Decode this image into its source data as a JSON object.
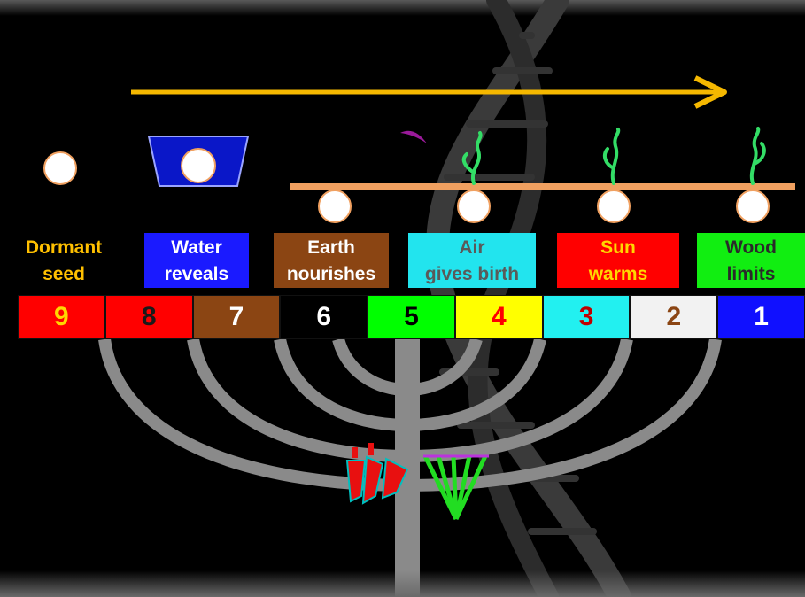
{
  "colors": {
    "background": "#000000",
    "arrow": "#f5b800",
    "shelf": "#f0a060",
    "menorah": "#8a8a8a",
    "helix": "#3a3a3a",
    "sprout": "#33dd66"
  },
  "labels": [
    {
      "text": "Dormant\nseed",
      "bg": "#000000",
      "fg": "#ffc000"
    },
    {
      "text": "Water\nreveals",
      "bg": "#1a1aff",
      "fg": "#ffffff"
    },
    {
      "text": "Earth\nnourishes",
      "bg": "#8b4513",
      "fg": "#ffffff"
    },
    {
      "text": "Air\ngives birth",
      "bg": "#22e4ee",
      "fg": "#5a5a5a"
    },
    {
      "text": "Sun\nwarms",
      "bg": "#ff0000",
      "fg": "#ffd700"
    },
    {
      "text": "Wood\nlimits",
      "bg": "#11ee11",
      "fg": "#2a2a2a"
    }
  ],
  "numbers": [
    {
      "n": "9",
      "bg": "#ff0000",
      "fg": "#ffd700"
    },
    {
      "n": "8",
      "bg": "#ff0000",
      "fg": "#1a1a1a"
    },
    {
      "n": "7",
      "bg": "#8b4513",
      "fg": "#ffffff"
    },
    {
      "n": "6",
      "bg": "#000000",
      "fg": "#ffffff"
    },
    {
      "n": "5",
      "bg": "#00ff00",
      "fg": "#000000"
    },
    {
      "n": "4",
      "bg": "#ffff00",
      "fg": "#ff0000"
    },
    {
      "n": "3",
      "bg": "#22f0f0",
      "fg": "#c00000"
    },
    {
      "n": "2",
      "bg": "#f2f2f2",
      "fg": "#8b4513"
    },
    {
      "n": "1",
      "bg": "#1010ff",
      "fg": "#ffffff"
    }
  ]
}
